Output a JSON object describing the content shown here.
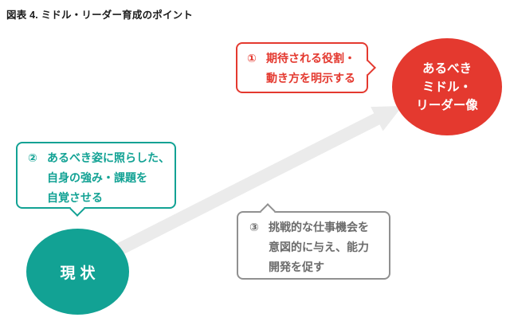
{
  "title": "図表 4. ミドル・リーダー育成のポイント",
  "colors": {
    "accent_red": "#e4392f",
    "accent_teal": "#12a294",
    "gray_border": "#909090",
    "gray_text": "#6b6b6b",
    "arrow_fill": "#ebebeb",
    "title_text": "#1a1a1a",
    "node_text": "#ffffff",
    "background": "#ffffff"
  },
  "callouts": [
    {
      "number": "①",
      "lines": [
        "期待される役割・",
        "動き方を明示する"
      ]
    },
    {
      "number": "②",
      "lines": [
        "あるべき姿に照らした、",
        "自身の強み・課題を",
        "自覚させる"
      ]
    },
    {
      "number": "③",
      "lines": [
        "挑戦的な仕事機会を",
        "意図的に与え、能力",
        "開発を促す"
      ]
    }
  ],
  "nodes": {
    "goal": {
      "lines": [
        "あるべき",
        "ミドル・",
        "リーダー像"
      ]
    },
    "current": {
      "label": "現状"
    }
  }
}
